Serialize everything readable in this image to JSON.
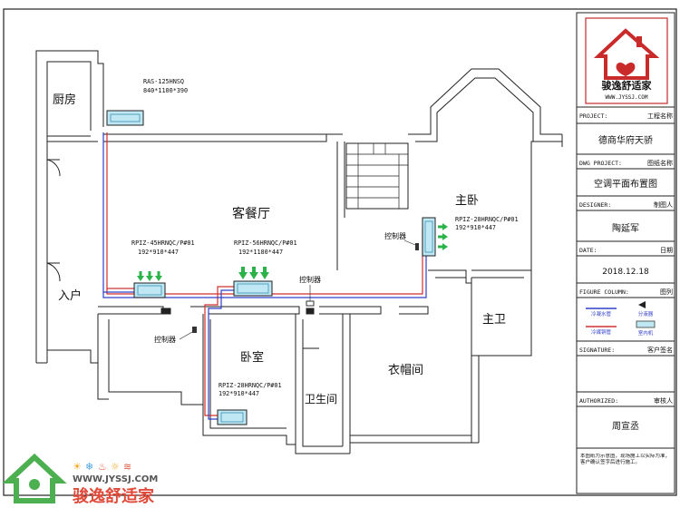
{
  "rooms": {
    "kitchen": "厨房",
    "living_dining": "客餐厅",
    "entry": "入户",
    "master_bedroom": "主卧",
    "master_bath": "主卫",
    "bedroom": "卧室",
    "bathroom": "卫生间",
    "cloakroom": "衣帽间"
  },
  "units": {
    "outdoor": {
      "model": "RAS-125HNSQ",
      "size": "840*1100*390"
    },
    "living_left": {
      "model": "RPIZ-45HRNQC/P#01",
      "size": "192*910*447"
    },
    "living_right": {
      "model": "RPIZ-56HRNQC/P#01",
      "size": "192*1180*447"
    },
    "master": {
      "model": "RPIZ-28HRNQC/P#01",
      "size": "192*910*447"
    },
    "bedroom": {
      "model": "RPIZ-28HRNQC/P#01",
      "size": "192*910*447"
    }
  },
  "controllers": {
    "master": "控制器",
    "living": "控制器",
    "bedroom": "控制器"
  },
  "title_block": {
    "logo_text": "骏逸舒适家",
    "logo_url": "WWW.JYSSJ.COM",
    "project_label": "PROJECT:",
    "project_cn": "工程名称",
    "project_value": "德商华府天骄",
    "dwg_label": "DWG PROJECT:",
    "dwg_cn": "图纸名称",
    "dwg_value": "空调平面布置图",
    "designer_label": "DESIGNER:",
    "designer_cn": "制图人",
    "designer_value": "陶延军",
    "date_label": "DATE:",
    "date_cn": "日期",
    "date_value": "2018.12.18",
    "legend_label": "FIGURE COLUMN:",
    "legend_cn": "图列",
    "legend_items": {
      "cold_water": "冷凝水管",
      "distributor": "分液器",
      "refrigerant": "冷媒铜管",
      "indoor_unit": "室内机"
    },
    "signature_label": "SIGNATURE:",
    "signature_cn": "客户签名",
    "auth_label": "AUTHORIZED:",
    "auth_cn": "审核人",
    "auth_value": "周宣丞",
    "note": "本图纸为示意图，现场施工以实际为准，客户确认签字后进行施工。"
  },
  "watermark": {
    "url": "WWW.JYSSJ.COM",
    "brand": "骏逸舒适家"
  }
}
